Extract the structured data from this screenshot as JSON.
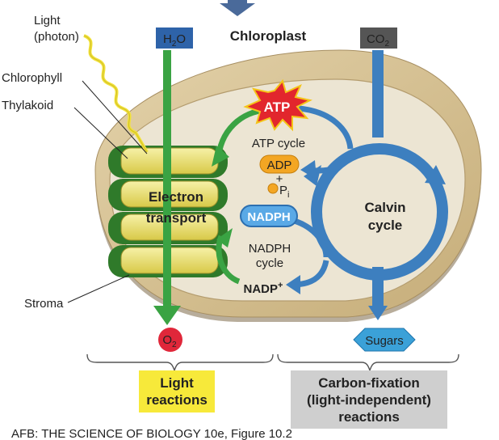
{
  "title": "Chloroplast",
  "labels": {
    "light": "Light",
    "photon": "(photon)",
    "chlorophyll": "Chlorophyll",
    "thylakoid": "Thylakoid",
    "stroma": "Stroma"
  },
  "inputs": {
    "h2o_base": "H",
    "h2o_sub": "2",
    "h2o_tail": "O",
    "co2_base": "CO",
    "co2_sub": "2"
  },
  "electron_transport": {
    "line1": "Electron",
    "line2": "transport"
  },
  "atp_cycle": {
    "atp": "ATP",
    "label": "ATP cycle",
    "adp": "ADP",
    "plus": "+",
    "pi_base": "P",
    "pi_sub": "i"
  },
  "nadph_cycle": {
    "nadph": "NADPH",
    "label_line1": "NADPH",
    "label_line2": "cycle",
    "nadp_base": "NADP",
    "nadp_sup": "+"
  },
  "calvin": {
    "line1": "Calvin",
    "line2": "cycle"
  },
  "outputs": {
    "o2_base": "O",
    "o2_sub": "2",
    "sugars": "Sugars"
  },
  "boxes": {
    "light_line1": "Light",
    "light_line2": "reactions",
    "carbon_line1": "Carbon-fixation",
    "carbon_line2": "(light-independent)",
    "carbon_line3": "reactions"
  },
  "footer": "AFB: THE SCIENCE OF BIOLOGY 10e, Figure 10.2",
  "colors": {
    "green_arrow": "#3aa343",
    "blue_arrow": "#3d7fbf",
    "h2o_box": "#2e63a9",
    "co2_box": "#555555",
    "light_box": "#f7e93a",
    "carbon_box": "#cfcfcf",
    "o2": "#e0273a",
    "sugars": "#3ba1d8",
    "adp": "#f3a623",
    "nadph": "#5aa9e6",
    "stroma": "#e9e1cf",
    "envelope": "#d3be92"
  }
}
